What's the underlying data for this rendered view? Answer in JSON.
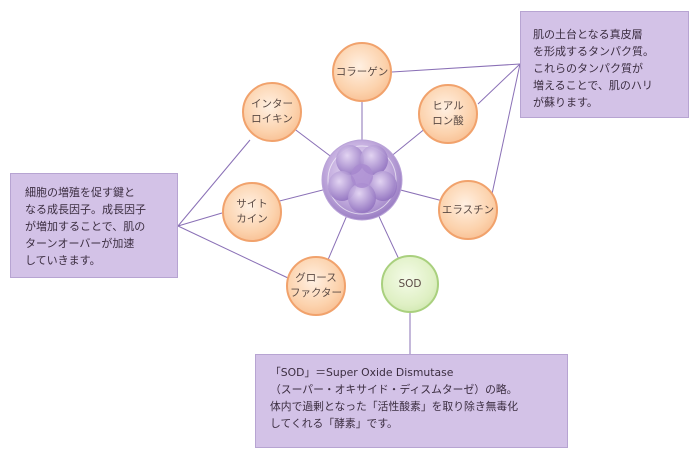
{
  "center": {
    "name": "cell-cluster",
    "color": "#9b7fc4"
  },
  "nodes": [
    {
      "id": "collagen",
      "lines": [
        "コラーゲン"
      ],
      "style": "orange"
    },
    {
      "id": "hyaluronic",
      "lines": [
        "ヒアル",
        "ロン酸"
      ],
      "style": "orange"
    },
    {
      "id": "interkin",
      "lines": [
        "インター",
        "ロイキン"
      ],
      "style": "orange"
    },
    {
      "id": "cytokine",
      "lines": [
        "サイト",
        "カイン"
      ],
      "style": "orange"
    },
    {
      "id": "elastin",
      "lines": [
        "エラスチン"
      ],
      "style": "orange"
    },
    {
      "id": "growth",
      "lines": [
        "グロース",
        "ファクター"
      ],
      "style": "orange"
    },
    {
      "id": "sod",
      "lines": [
        "SOD"
      ],
      "style": "green"
    }
  ],
  "notes": {
    "top_right": [
      "肌の土台となる真皮層",
      "を形成するタンパク質。",
      "これらのタンパク質が",
      "増えることで、肌のハリ",
      "が蘇ります。"
    ],
    "left": [
      "細胞の増殖を促す鍵と",
      "なる成長因子。成長因子",
      "が増加することで、肌の",
      "ターンオーバーが加速",
      "していきます。"
    ],
    "bottom": [
      "「SOD」＝Super Oxide Dismutase",
      "（スーパー・オキサイド・ディスムターゼ）の略。",
      "体内で過剰となった「活性酸素」を取り除き無毒化",
      "してくれる「酵素」です。"
    ]
  },
  "colors": {
    "connector": "#8a70b6",
    "note_bg": "#d3c2e7",
    "orange_node": "#f6b17f",
    "green_node": "#c3e0a0"
  }
}
